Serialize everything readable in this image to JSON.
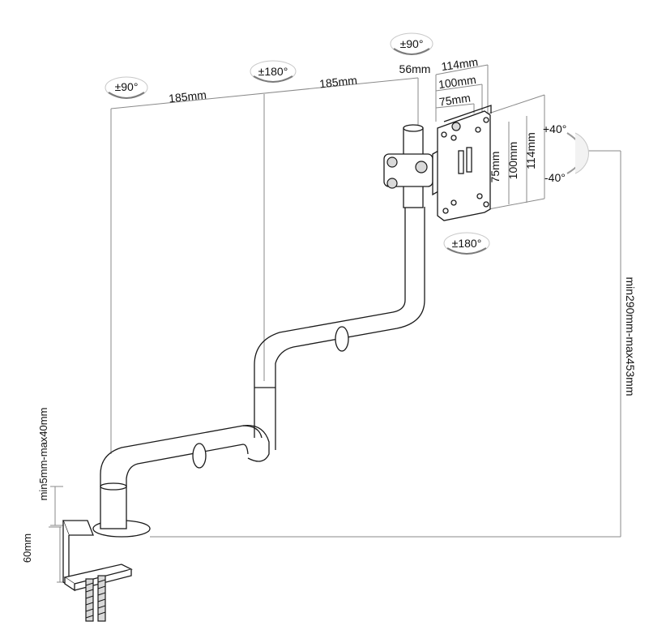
{
  "rotation_badges": {
    "arm_base": "±90°",
    "arm_middle": "±180°",
    "head_top": "±90°",
    "head_bottom": "±180°"
  },
  "tilt": {
    "up": "+40°",
    "down": "-40°"
  },
  "dimensions": {
    "arm1_length": "185mm",
    "arm2_length": "185mm",
    "head_offset": "56mm",
    "vesa_114": "114mm",
    "vesa_100": "100mm",
    "vesa_75": "75mm",
    "vesa_v75": "75mm",
    "vesa_v100": "100mm",
    "vesa_v114": "114mm",
    "height_range": "min290mm-max453mm",
    "clamp_range": "min5mm-max40mm",
    "clamp_height": "60mm"
  }
}
